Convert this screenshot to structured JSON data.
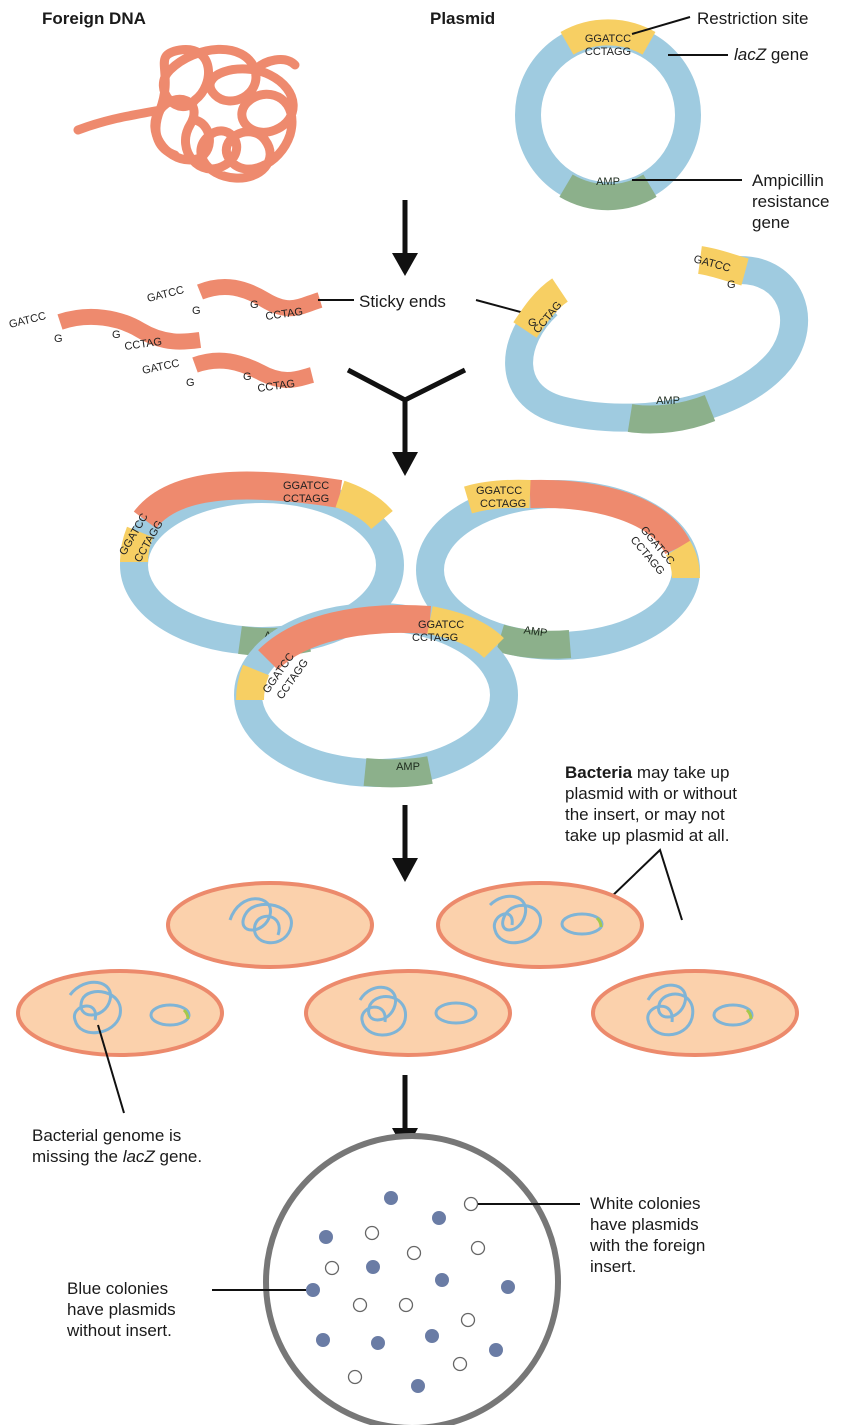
{
  "headers": {
    "foreign_dna": "Foreign DNA",
    "plasmid": "Plasmid"
  },
  "labels": {
    "restriction_site": "Restriction site",
    "lacz_gene_italic": "lacZ",
    "lacz_gene_rest": " gene",
    "ampicillin_line1": "Ampicillin",
    "ampicillin_line2": "resistance",
    "ampicillin_line3": "gene",
    "sticky_ends": "Sticky ends",
    "bacteria_bold": "Bacteria",
    "bacteria_line1_rest": " may take up",
    "bacteria_line2": "plasmid with or without",
    "bacteria_line3": "the insert, or may not",
    "bacteria_line4": "take up plasmid at all.",
    "genome_line1": "Bacterial genome is",
    "genome_line2_pre": "missing the ",
    "genome_line2_italic": "lacZ",
    "genome_line2_post": " gene.",
    "white_line1": "White colonies",
    "white_line2": "have plasmids",
    "white_line3": "with the foreign",
    "white_line4": "insert.",
    "blue_line1": "Blue colonies",
    "blue_line2": "have plasmids",
    "blue_line3": "without insert."
  },
  "sequences": {
    "ggatcc": "GGATCC",
    "cctagg": "CCTAGG",
    "gatcc": "GATCC",
    "cctag": "CCTAG",
    "g": "G",
    "amp": "AMP"
  },
  "colors": {
    "foreign_dna": "#ee8a6e",
    "plasmid": "#9fcbe0",
    "restriction_site": "#f7cf63",
    "amp_gene": "#8cb08b",
    "cell_fill": "#fbd1ac",
    "cell_border": "#ec8a6c",
    "blue_colony": "#6a7ca5",
    "dish_border": "#777777"
  }
}
